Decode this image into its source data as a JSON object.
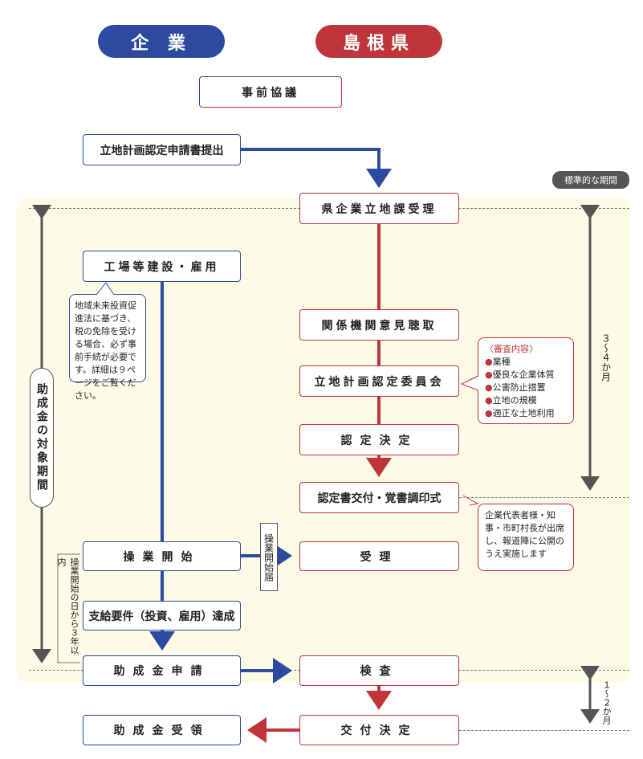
{
  "headers": {
    "company": "企 業",
    "prefecture": "島根県"
  },
  "standard_period_tag": "標準的な期間",
  "boxes": {
    "prior_consultation": "事前協議",
    "application_submit": "立地計画認定申請書提出",
    "reception": "県企業立地課受理",
    "construction": "工場等建設・雇用",
    "hearing": "関係機関意見聴取",
    "committee": "立地計画認定委員会",
    "decision": "認定決定",
    "ceremony": "認定書交付・覚書調印式",
    "operation_start": "操業開始",
    "receipt": "受理",
    "requirements": "支給要件（投資、雇用）達成",
    "grant_application": "助成金申請",
    "inspection": "検査",
    "grant_received": "助成金受領",
    "issue_decision": "交付決定"
  },
  "notes": {
    "tax_note": "地域未来投資促進法に基づき、税の免除を受ける場合、必ず事前手続が必要です。詳細は９ページをご覧ください。",
    "review_title": "〈審査内容〉",
    "review_items": [
      "業種",
      "優良な企業体質",
      "公害防止措置",
      "立地の規模",
      "適正な土地利用"
    ],
    "ceremony_note": "企業代表者様・知事・市町村長が出席し、報道陣に公開のうえ実施します"
  },
  "labels": {
    "grant_period": "助成金の対象期間",
    "operation_report": "操業開始届",
    "three_years": "操業開始の日から３年以内",
    "period_3_4": "３〜４か月",
    "period_1_2": "１〜２か月"
  },
  "colors": {
    "blue": "#2c4aa0",
    "red": "#c0343b",
    "band": "#fdfbe6",
    "grey": "#555555"
  }
}
